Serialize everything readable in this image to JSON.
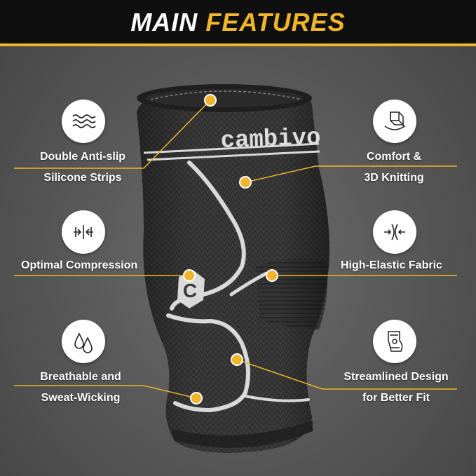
{
  "header": {
    "title_main": "MAIN",
    "title_accent": "FEATURES"
  },
  "product": {
    "brand": "cambivo",
    "logo_letter": "C"
  },
  "features": {
    "anti_slip": {
      "line1": "Double Anti-slip",
      "line2": "Silicone Strips",
      "icon": "waves-icon"
    },
    "comfort": {
      "line1": "Comfort &",
      "line2": "3D Knitting",
      "icon": "cube-3d-icon"
    },
    "compression": {
      "line1": "Optimal Compression",
      "icon": "compression-arrows-icon"
    },
    "elastic": {
      "line1": "High-Elastic Fabric",
      "icon": "elastic-arrows-icon"
    },
    "breathable": {
      "line1": "Breathable and",
      "line2": "Sweat-Wicking",
      "icon": "water-drops-icon"
    },
    "streamlined": {
      "line1": "Streamlined Design",
      "line2": "for Better Fit",
      "icon": "knee-sleeve-icon"
    }
  },
  "colors": {
    "accent": "#f0b52b",
    "header_bg": "#0f0f0f",
    "sleeve": "#3a3a3a",
    "stripe": "#d9d9d9"
  }
}
